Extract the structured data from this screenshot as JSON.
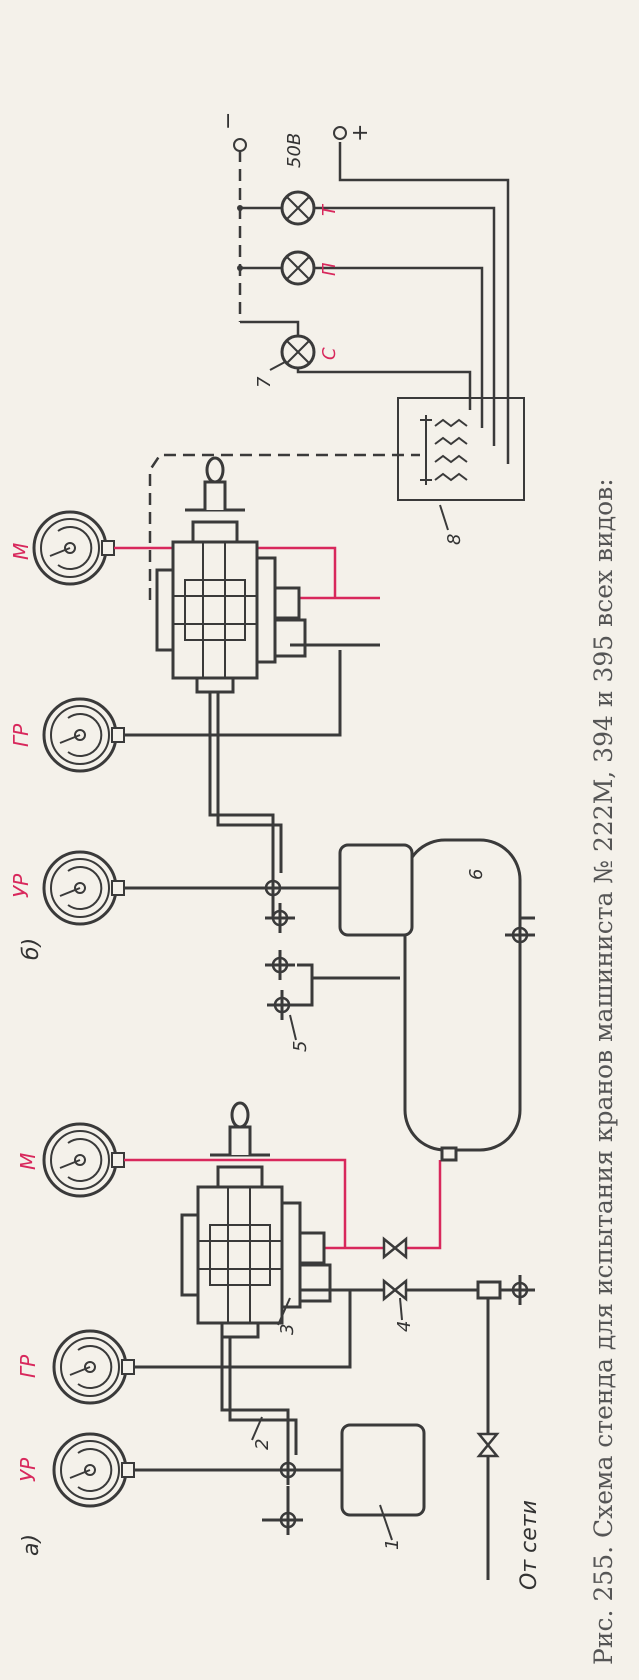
{
  "caption": "Рис. 255. Схема стенда для испытания кранов машиниста № 222М, 394 и 395 всех видов:",
  "parts": {
    "a": "а)",
    "b": "б)"
  },
  "gauges": {
    "a_ur": "УР",
    "a_gr": "ГР",
    "a_m": "М",
    "b_ur": "УР",
    "b_gr": "ГР",
    "b_m": "М"
  },
  "supply_label": "От сети",
  "voltage": "50В",
  "minus": "−",
  "plus": "+",
  "lamps": [
    "С",
    "П",
    "Т"
  ],
  "callouts": [
    "1",
    "2",
    "3",
    "4",
    "5",
    "6",
    "7",
    "8"
  ],
  "colors": {
    "line": "#3a3a3a",
    "red": "#d8285c",
    "paper": "#f4f1ea"
  }
}
